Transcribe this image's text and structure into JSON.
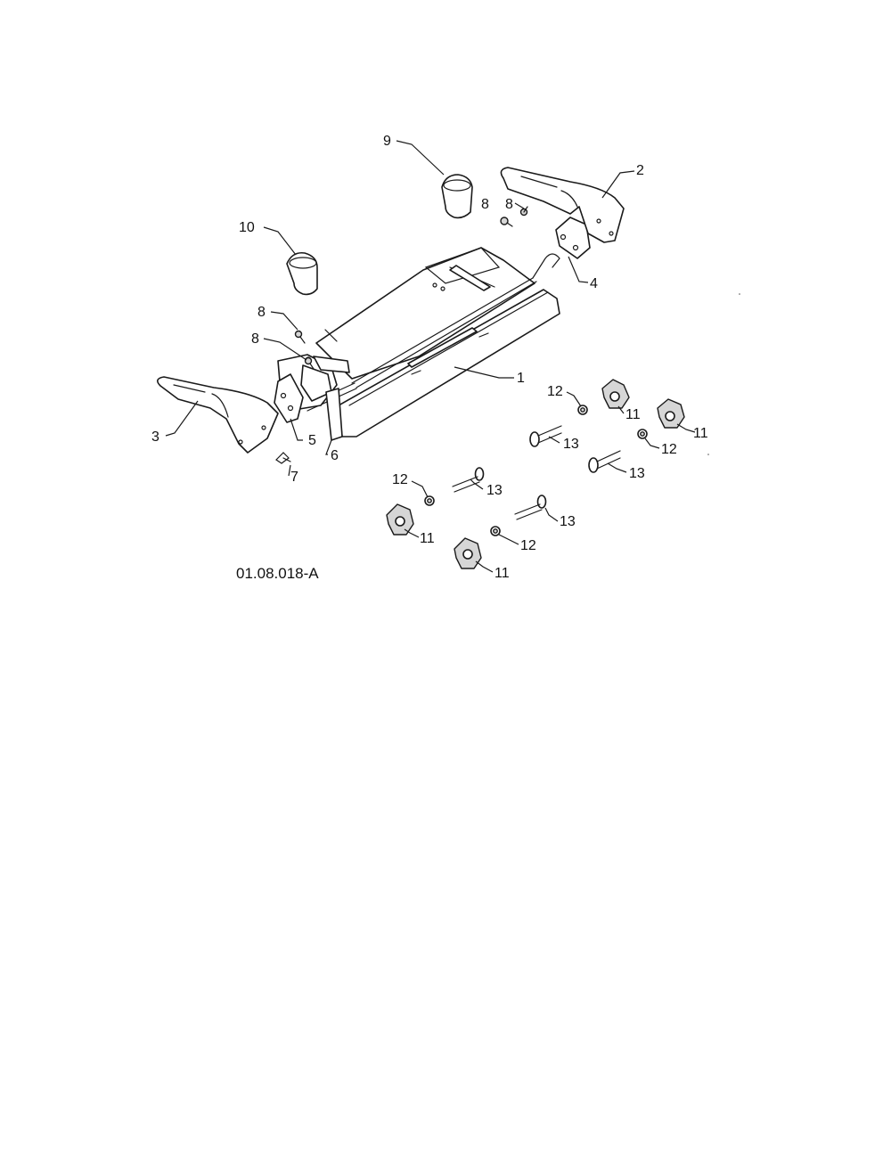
{
  "drawing_number": "01.08.018-A",
  "callouts": {
    "c1": "1",
    "c2": "2",
    "c3": "3",
    "c4": "4",
    "c5": "5",
    "c6": "6",
    "c7": "7",
    "c8a": "8",
    "c8b": "8",
    "c8c": "8",
    "c8d": "8",
    "c9": "9",
    "c10": "10",
    "c11a": "11",
    "c11b": "11",
    "c11c": "11",
    "c11d": "11",
    "c12a": "12",
    "c12b": "12",
    "c12c": "12",
    "c12d": "12",
    "c13a": "13",
    "c13b": "13",
    "c13c": "13",
    "c13d": "13"
  },
  "colors": {
    "line": "#1a1a1a",
    "shade": "#d6d6d6",
    "background": "#ffffff"
  }
}
